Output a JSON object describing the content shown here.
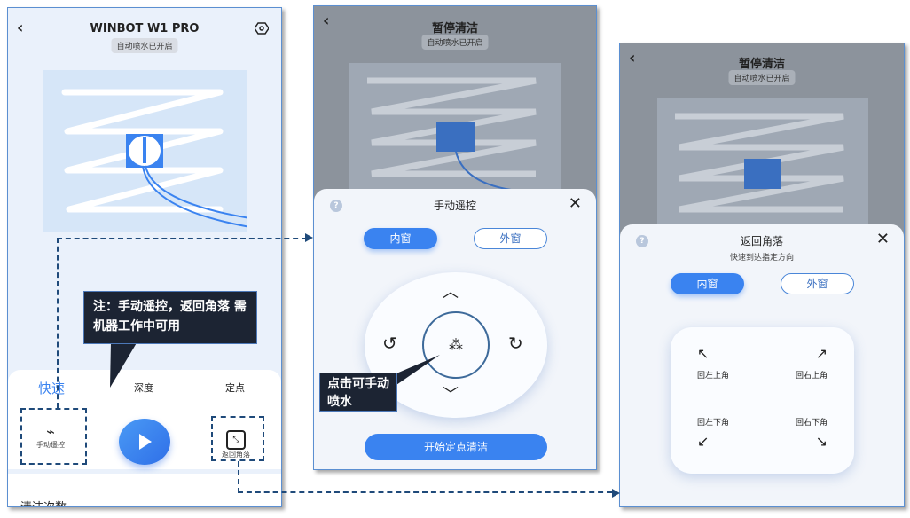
{
  "panel1": {
    "title": "WINBOT W1 PRO",
    "badge": "自动喷水已开启",
    "modes": [
      "快速",
      "深度",
      "定点"
    ],
    "remote_label": "手动遥控",
    "corner_label": "返回角落",
    "clean_count_label": "清洁次数",
    "note": "注：手动遥控，返回角落 需机器工作中可用"
  },
  "panel2": {
    "title": "暂停清洁",
    "badge": "自动喷水已开启",
    "sheet_title": "手动遥控",
    "help": "?",
    "inner": "内窗",
    "outer": "外窗",
    "start": "开始定点清洁",
    "note": "点击可手动喷水"
  },
  "panel3": {
    "title": "暂停清洁",
    "badge": "自动喷水已开启",
    "sheet_title": "返回角落",
    "subtitle": "快速到达指定方向",
    "help": "?",
    "inner": "内窗",
    "outer": "外窗",
    "corners": [
      "回左上角",
      "回右上角",
      "回左下角",
      "回右下角"
    ]
  },
  "colors": {
    "accent": "#3a83f0",
    "note_bg": "#1c2433",
    "dash": "#1f4a7a"
  }
}
